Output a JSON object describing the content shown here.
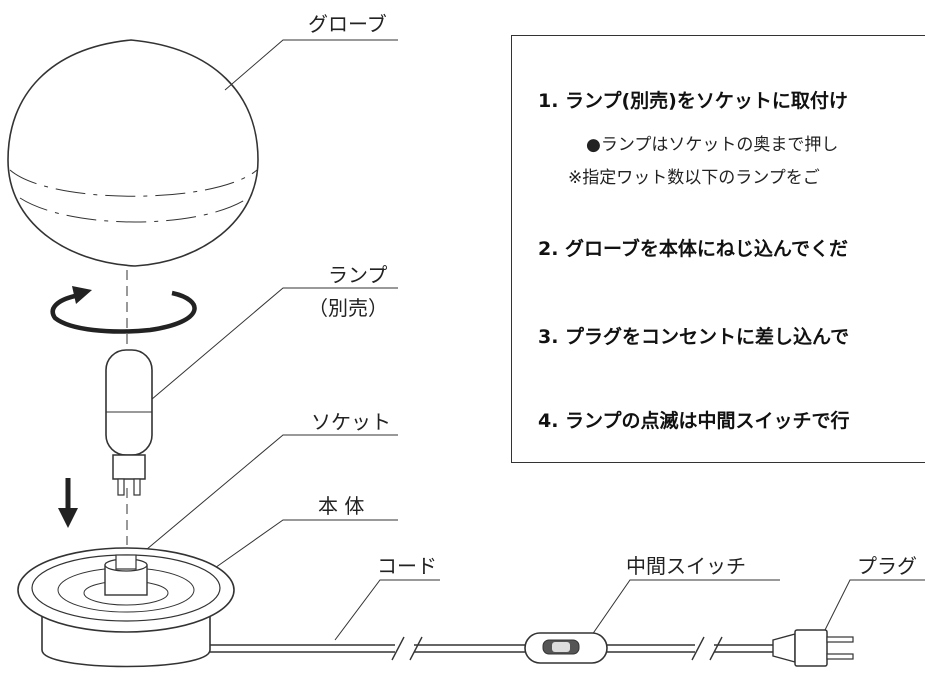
{
  "labels": {
    "globe": "グローブ",
    "lamp": "ランプ",
    "lamp_sold_separately": "（別売）",
    "socket": "ソケット",
    "body": "本 体",
    "cord": "コード",
    "switch": "中間スイッチ",
    "plug": "プラグ"
  },
  "instructions": {
    "step1": "1. ランプ(別売)をソケットに取付け",
    "step1_note1": "●ランプはソケットの奥まで押し",
    "step1_note2": "※指定ワット数以下のランプをご",
    "step2": "2. グローブを本体にねじ込んでくだ",
    "step3": "3. プラグをコンセントに差し込んで",
    "step4": "4. ランプの点滅は中間スイッチで行"
  },
  "colors": {
    "line": "#333333",
    "fill": "#ffffff"
  }
}
